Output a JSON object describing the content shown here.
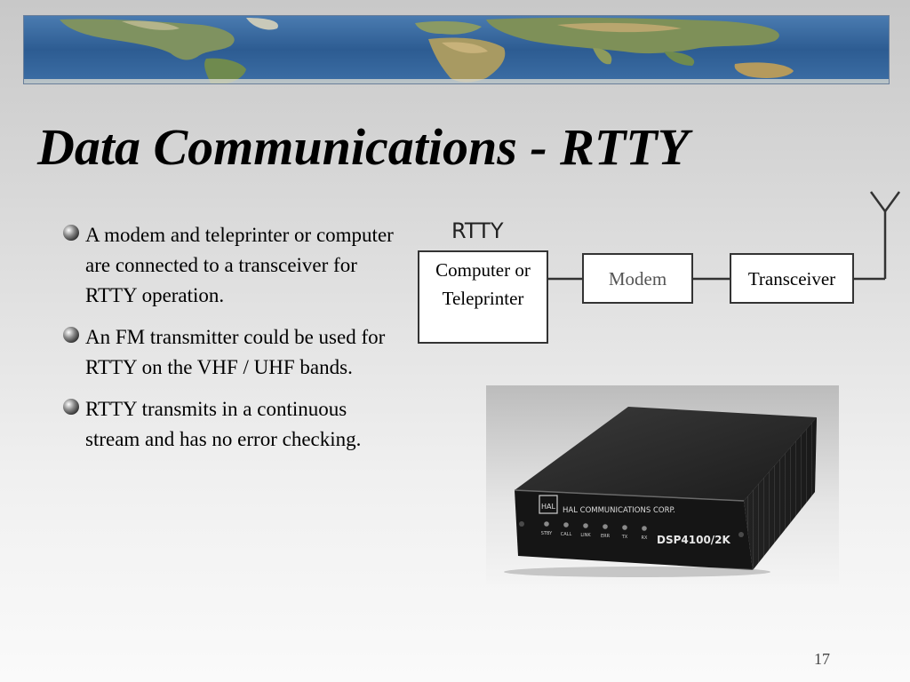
{
  "slide": {
    "title": "Data Communications - RTTY",
    "page_number": "17"
  },
  "bullets": [
    {
      "text": "A modem and teleprinter or computer are connected to a transceiver for RTTY operation."
    },
    {
      "text": "An FM transmitter could be used for RTTY on the VHF / UHF bands."
    },
    {
      "text": "RTTY transmits in a continuous stream and has no error checking."
    }
  ],
  "diagram": {
    "label": "RTTY",
    "boxes": {
      "computer": "Computer or Teleprinter",
      "modem": "Modem",
      "transceiver": "Transceiver"
    }
  },
  "photo": {
    "brand_text": "HAL COMMUNICATIONS CORP.",
    "logo_text": "HAL",
    "model_text": "DSP4100/2K",
    "leds": [
      "STBY",
      "CALL",
      "LINK",
      "ERR",
      "TX",
      "RX"
    ]
  },
  "colors": {
    "modem_text": "#555555",
    "banner_ocean": "#2f5d8f",
    "banner_land": "#7d8f5a"
  },
  "icons": {
    "bullet": "sphere-bullet-icon",
    "antenna": "antenna-icon"
  }
}
